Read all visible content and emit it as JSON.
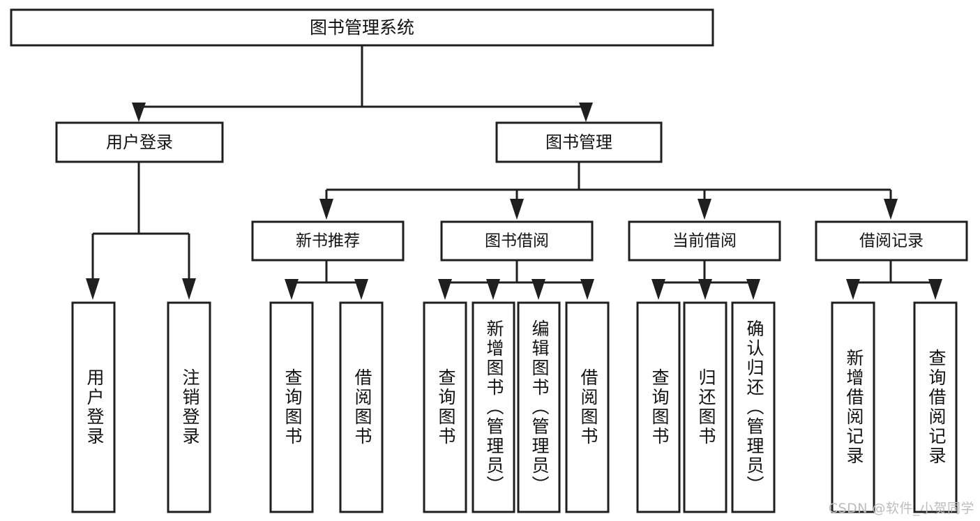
{
  "diagram": {
    "title": "图书管理系统",
    "type": "tree",
    "watermark": "CSDN @软件_小贺同学",
    "colors": {
      "background": "#ffffff",
      "stroke": "#1f1f1f",
      "text": "#111111",
      "watermark": "#bdbdbd"
    },
    "root": {
      "label": "图书管理系统"
    },
    "level2": [
      {
        "label": "用户登录"
      },
      {
        "label": "图书管理"
      }
    ],
    "level3": [
      {
        "label": "新书推荐"
      },
      {
        "label": "图书借阅"
      },
      {
        "label": "当前借阅"
      },
      {
        "label": "借阅记录"
      }
    ],
    "leaves": {
      "user_login": [
        {
          "label": "用户登录"
        },
        {
          "label": "注销登录"
        }
      ],
      "new_book_recommend": [
        {
          "label": "查询图书"
        },
        {
          "label": "借阅图书"
        }
      ],
      "book_borrow": [
        {
          "label": "查询图书"
        },
        {
          "label": "新增图书（管理员）"
        },
        {
          "label": "编辑图书（管理员）"
        },
        {
          "label": "借阅图书"
        }
      ],
      "current_borrow": [
        {
          "label": "查询图书"
        },
        {
          "label": "归还图书"
        },
        {
          "label": "确认归还（管理员）"
        }
      ],
      "borrow_record": [
        {
          "label": "新增借阅记录"
        },
        {
          "label": "查询借阅记录"
        }
      ]
    }
  }
}
